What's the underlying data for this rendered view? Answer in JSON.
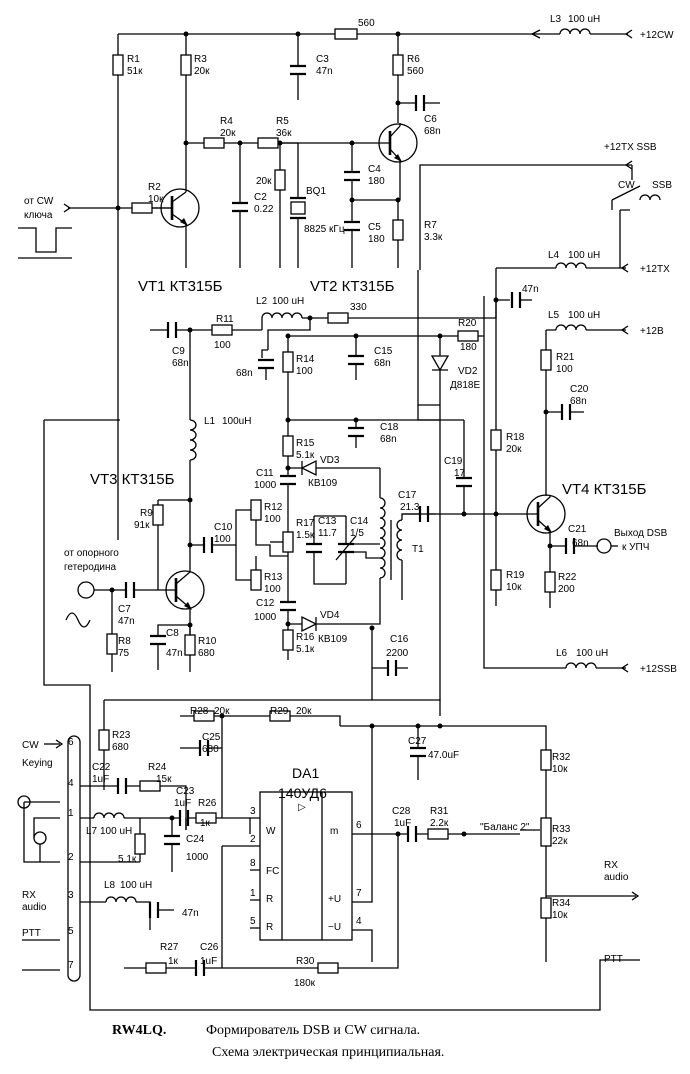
{
  "title": "RW4LQ.",
  "caption_line1": "Формирователь DSB и CW сигнала.",
  "caption_line2": "Схема электрическая принципиальная.",
  "transistors": {
    "vt1": "VT1 КТ315Б",
    "vt2": "VT2 КТ315Б",
    "vt3": "VT3 КТ315Б",
    "vt4": "VT4 КТ315Б"
  },
  "ports": {
    "p12cw": "+12CW",
    "p12txssb": "+12TX SSB",
    "p12tx": "+12TX",
    "p12v": "+12В",
    "p12ssb": "+12SSB",
    "cw_key_1": "от CW",
    "cw_key_2": "ключа",
    "lo_1": "от опорного",
    "lo_2": "гетеродина",
    "out_1": "Выход DSB",
    "out_2": "к УПЧ",
    "cw_keying_1": "CW",
    "cw_keying_2": "Keying",
    "rx_audio_l1": "RX",
    "rx_audio_l2": "audio",
    "ptt_l": "PTT",
    "rx_audio_r1": "RX",
    "rx_audio_r2": "audio",
    "ptt_r": "PTT"
  },
  "switch": {
    "cw": "CW",
    "ssb": "SSB"
  },
  "connector_pins": [
    "6",
    "4",
    "1",
    "2",
    "3",
    "5",
    "7"
  ],
  "ic": {
    "name": "DA1",
    "type": "140УД6",
    "pin_w": "W",
    "pin_fc": "FC",
    "pin_r1": "R",
    "pin_r2": "R",
    "pin_m": "m",
    "pin_pu": "+U",
    "pin_mu": "−U",
    "num_3": "3",
    "num_2": "2",
    "num_8": "8",
    "num_1": "1",
    "num_5": "5",
    "num_6": "6",
    "num_7": "7",
    "num_4": "4",
    "symbol": "▷"
  },
  "balance": "\"Баланс 2\"",
  "crystal": {
    "ref": "BQ1",
    "freq": "8825 кГц"
  },
  "transformer": "T1",
  "components": {
    "r1": "R1",
    "r1v": "51к",
    "r2": "R2",
    "r2v": "10к",
    "r3": "R3",
    "r3v": "20к",
    "r4": "R4",
    "r4v": "20к",
    "r5": "R5",
    "r5v": "36к",
    "r5b": "20к",
    "r6": "R6",
    "r6v": "560",
    "r7": "R7",
    "r7v": "3.3к",
    "r560": "560",
    "c2": "C2",
    "c2v": "0.22",
    "c3": "C3",
    "c3v": "47n",
    "c4": "C4",
    "c4v": "180",
    "c5": "C5",
    "c5v": "180",
    "c6": "C6",
    "c6v": "68n",
    "l3": "L3",
    "l3v": "100 uH",
    "l2": "L2",
    "l2v": "100 uH",
    "r330": "330",
    "r11": "R11",
    "r11v": "100",
    "c9": "C9",
    "c9v": "68n",
    "c68a": "68n",
    "r14": "R14",
    "r14v": "100",
    "c15": "C15",
    "c15v": "68n",
    "r20": "R20",
    "r20v": "180",
    "vd2": "VD2",
    "vd2v": "Д818Е",
    "c47a": "47n",
    "l4": "L4",
    "l4v": "100 uH",
    "l5": "L5",
    "l5v": "100 uH",
    "r21": "R21",
    "r21v": "100",
    "c20": "C20",
    "c20v": "68n",
    "l1": "L1",
    "l1v": "100uH",
    "c18": "C18",
    "c18v": "68n",
    "r15": "R15",
    "r15v": "5.1к",
    "vd3": "VD3",
    "c11": "C11",
    "c11v": "1000",
    "kb1": "КВ109",
    "r12": "R12",
    "r12v": "100",
    "r17": "R17",
    "r17v": "1.5к",
    "c13": "C13",
    "c13v": "11.7",
    "c14": "C14",
    "c14v": "1/5",
    "c19": "C19",
    "c19v": "17",
    "c17": "C17",
    "c17v": "21.3",
    "r18": "R18",
    "r18v": "20к",
    "r9": "R9",
    "r9v": "91к",
    "c10": "C10",
    "c10v": "100",
    "r13": "R13",
    "r13v": "100",
    "c12": "C12",
    "c12v": "1000",
    "vd4": "VD4",
    "kb2": "КВ109",
    "r16": "R16",
    "r16v": "5.1к",
    "c16": "C16",
    "c16v": "2200",
    "c7": "C7",
    "c7v": "47n",
    "c8": "C8",
    "c8v": "47n",
    "r8": "R8",
    "r8v": "75",
    "r10": "R10",
    "r10v": "680",
    "r19": "R19",
    "r19v": "10к",
    "r22": "R22",
    "r22v": "200",
    "c21": "C21",
    "c21v": "68n",
    "l6": "L6",
    "l6v": "100 uH",
    "r28": "R28",
    "r28v": "20к",
    "r29": "R29",
    "r29v": "20к",
    "c25": "C25",
    "c25v": "680",
    "c27": "C27",
    "c27v": "47.0uF",
    "r32": "R32",
    "r32v": "10к",
    "r23": "R23",
    "r23v": "680",
    "c22": "C22",
    "c22v": "1uF",
    "r24": "R24",
    "r24v": "15к",
    "c23": "C23",
    "c23v": "1uF",
    "r26": "R26",
    "r26v": "1к",
    "l7": "L7",
    "l7v": "100 uH",
    "r51k": "5.1к",
    "c24": "C24",
    "c24v": "1000",
    "c28": "C28",
    "c28v": "1uF",
    "r31": "R31",
    "r31v": "2.2к",
    "r33": "R33",
    "r33v": "22к",
    "l8": "L8",
    "l8v": "100 uH",
    "c47b": "47n",
    "r34": "R34",
    "r34v": "10к",
    "r27": "R27",
    "r27v": "1к",
    "c26": "C26",
    "c26v": "1uF",
    "r30": "R30",
    "r30v": "180к"
  }
}
